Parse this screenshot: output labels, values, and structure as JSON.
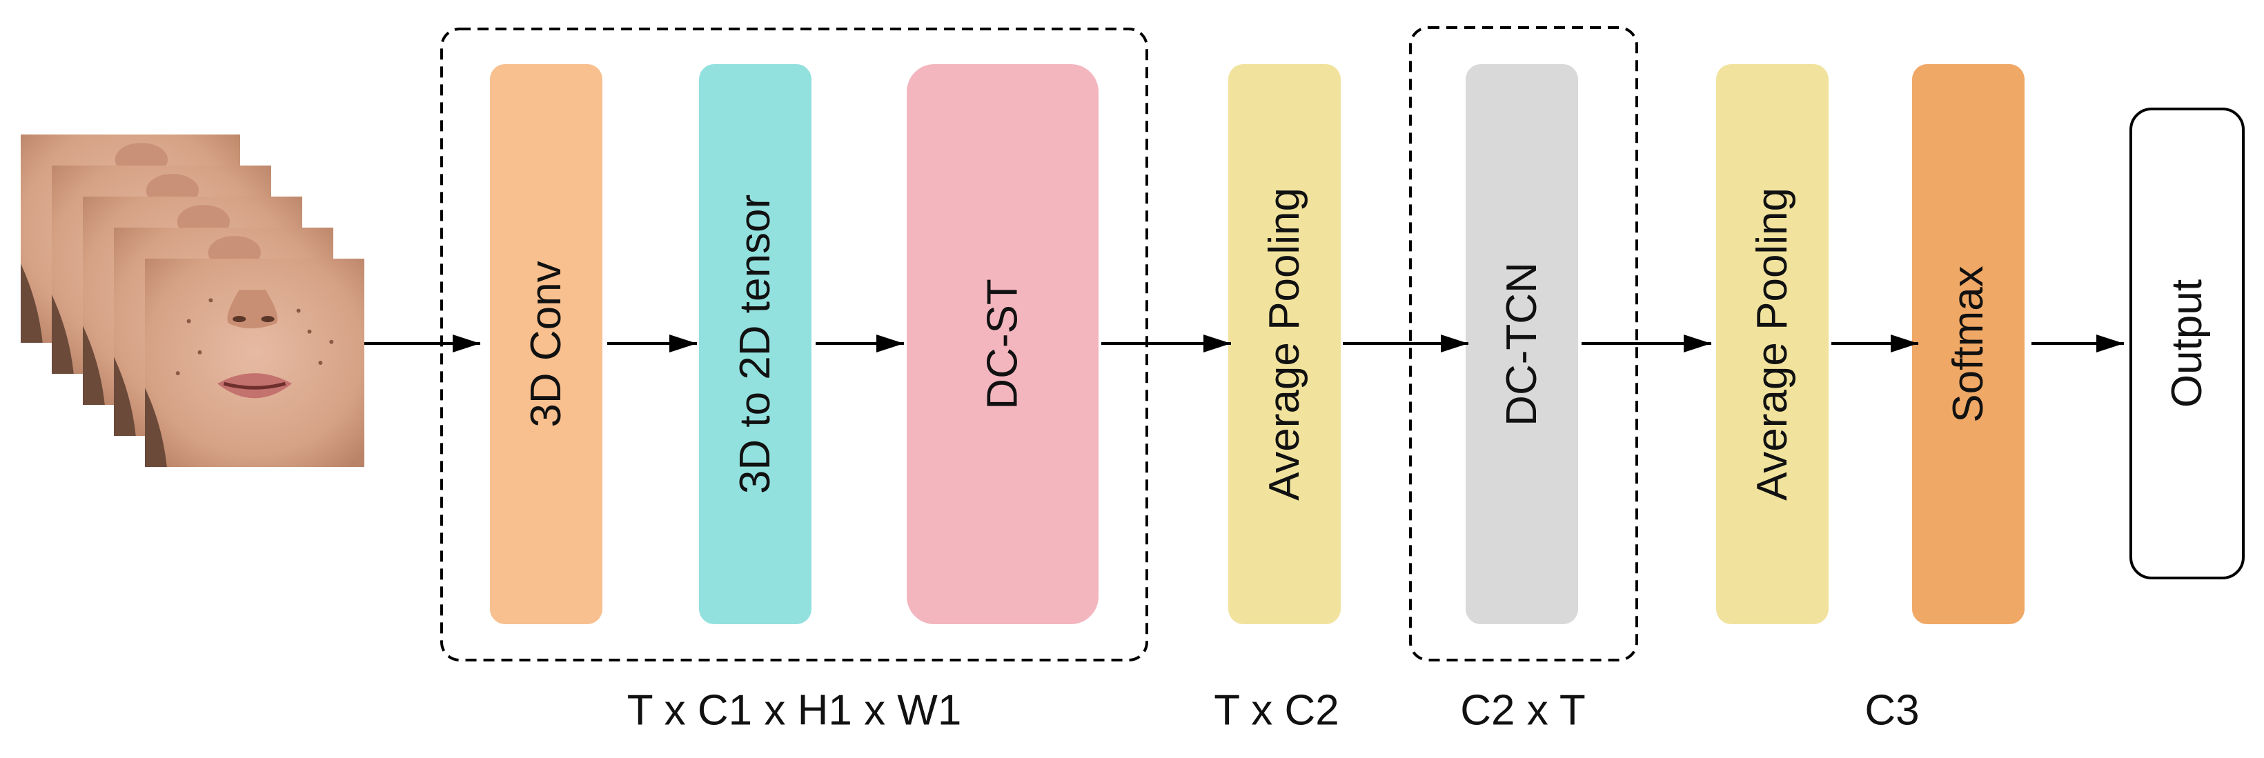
{
  "colors": {
    "conv3d": "#f8c08f",
    "reshape": "#93e1df",
    "dcst": "#f3b6bf",
    "pool": "#f1e39e",
    "dctcn": "#d9d9d9",
    "softmax": "#f0a866",
    "output_bg": "#ffffff",
    "skin": "#d9a88e",
    "stroke": "#000000"
  },
  "blocks": {
    "conv3d": "3D Conv",
    "reshape": "3D to 2D tensor",
    "dcst": "DC-ST",
    "pool1": "Average Pooling",
    "dctcn": "DC-TCN",
    "pool2": "Average Pooling",
    "softmax": "Softmax",
    "output": "Output"
  },
  "dims": {
    "stage1": "T x C1 x H1 x W1",
    "stage2": "T x C2",
    "stage3": "C2 x T",
    "stage4": "C3"
  },
  "input": {
    "frame_count": 5,
    "icon": "face-frames-stack"
  }
}
